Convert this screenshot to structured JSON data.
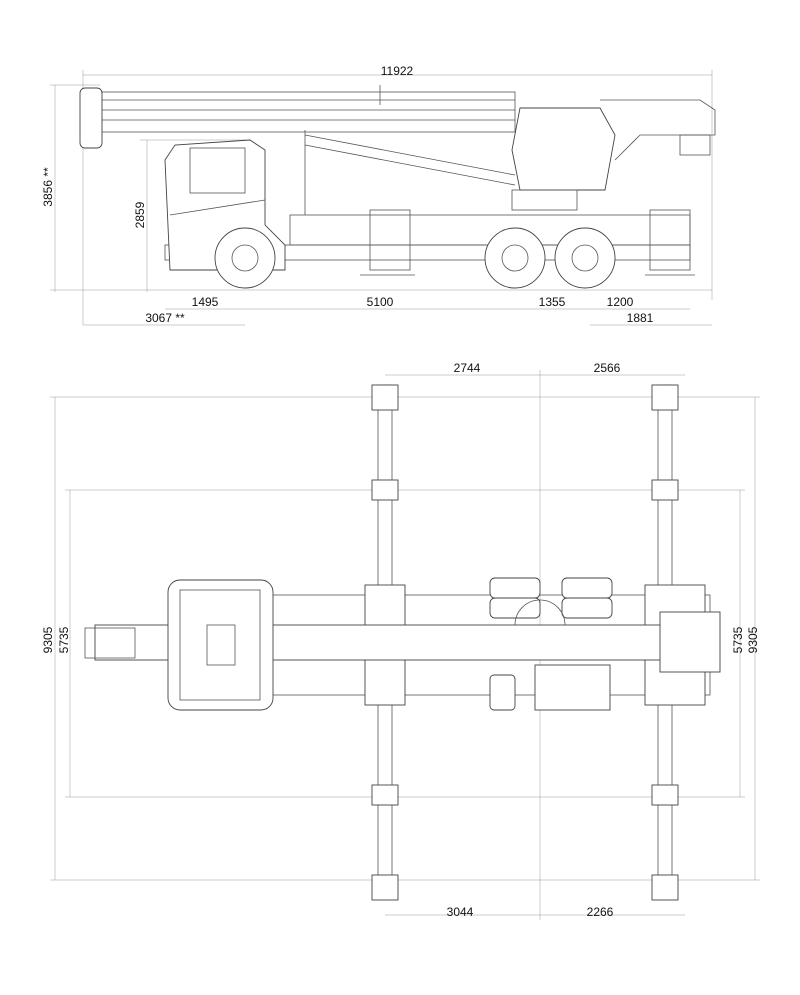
{
  "side_view": {
    "overall_length": "11922",
    "overall_height": "3856 **",
    "cab_height": "2859",
    "front_overhang": "1495",
    "wheelbase": "5100",
    "tandem_spacing": "1355",
    "rear_axle_to_outrigger": "1200",
    "front_to_axle": "3067 **",
    "rear_overhang": "1881"
  },
  "top_view": {
    "front_outrigger_to_center_top": "2744",
    "rear_outrigger_to_center_top": "2566",
    "front_outrigger_to_center_bottom": "3044",
    "rear_outrigger_to_center_bottom": "2266",
    "full_span_left": "9305",
    "half_span_left": "5735",
    "half_span_right": "5735",
    "full_span_right": "9305"
  }
}
